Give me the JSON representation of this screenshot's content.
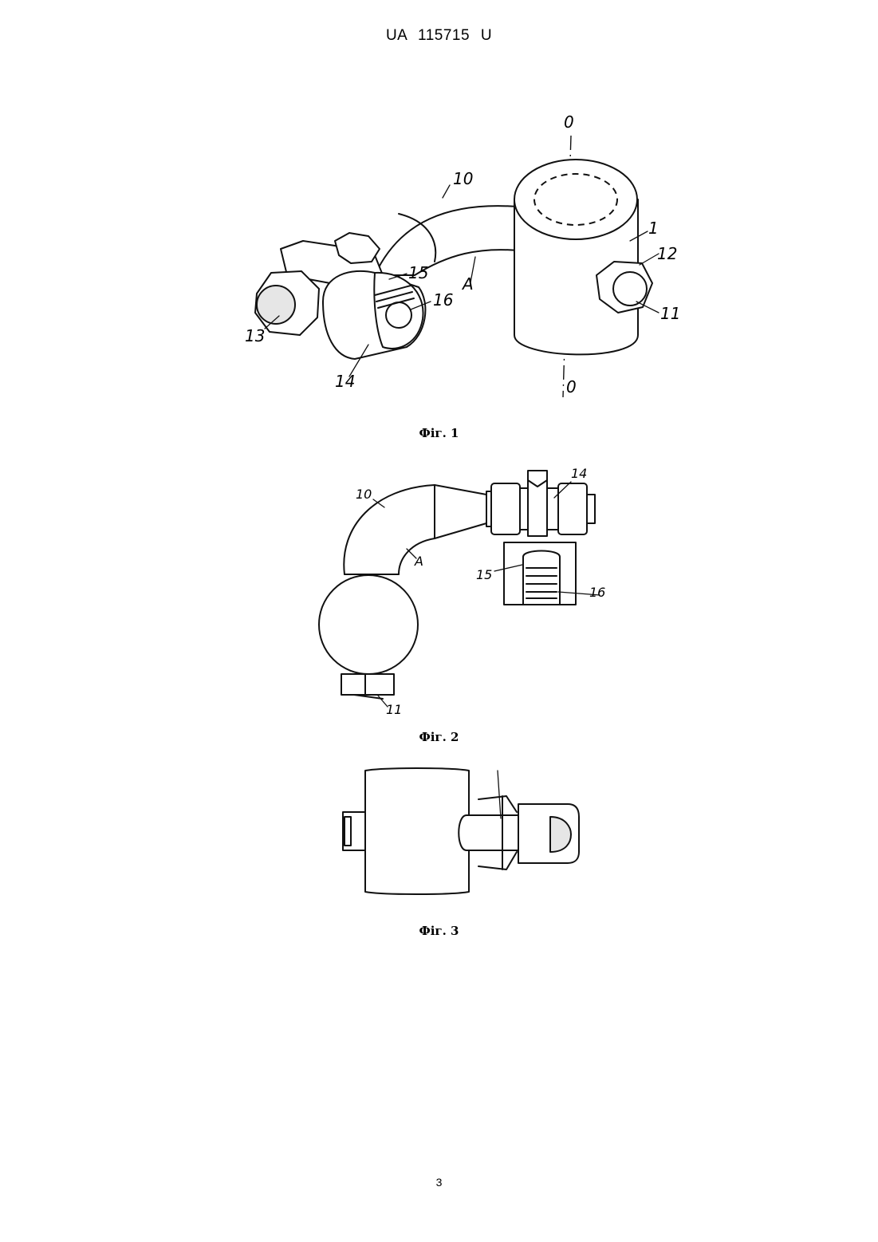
{
  "header": {
    "patent_number": "UA   115715   U"
  },
  "figures": [
    {
      "caption": "Фіг. 1",
      "labels": {
        "axis_top": "0",
        "axis_bottom": "0",
        "l10": "10",
        "l1": "1",
        "l12": "12",
        "l11": "11",
        "l15": "15",
        "l16": "16",
        "lA": "A",
        "l13": "13",
        "l14": "14"
      }
    },
    {
      "caption": "Фіг. 2",
      "labels": {
        "l10": "10",
        "l14": "14",
        "lA": "A",
        "l15": "15",
        "l16": "16",
        "l11": "11"
      }
    },
    {
      "caption": "Фіг. 3",
      "labels": {}
    }
  ],
  "page_number": "3"
}
